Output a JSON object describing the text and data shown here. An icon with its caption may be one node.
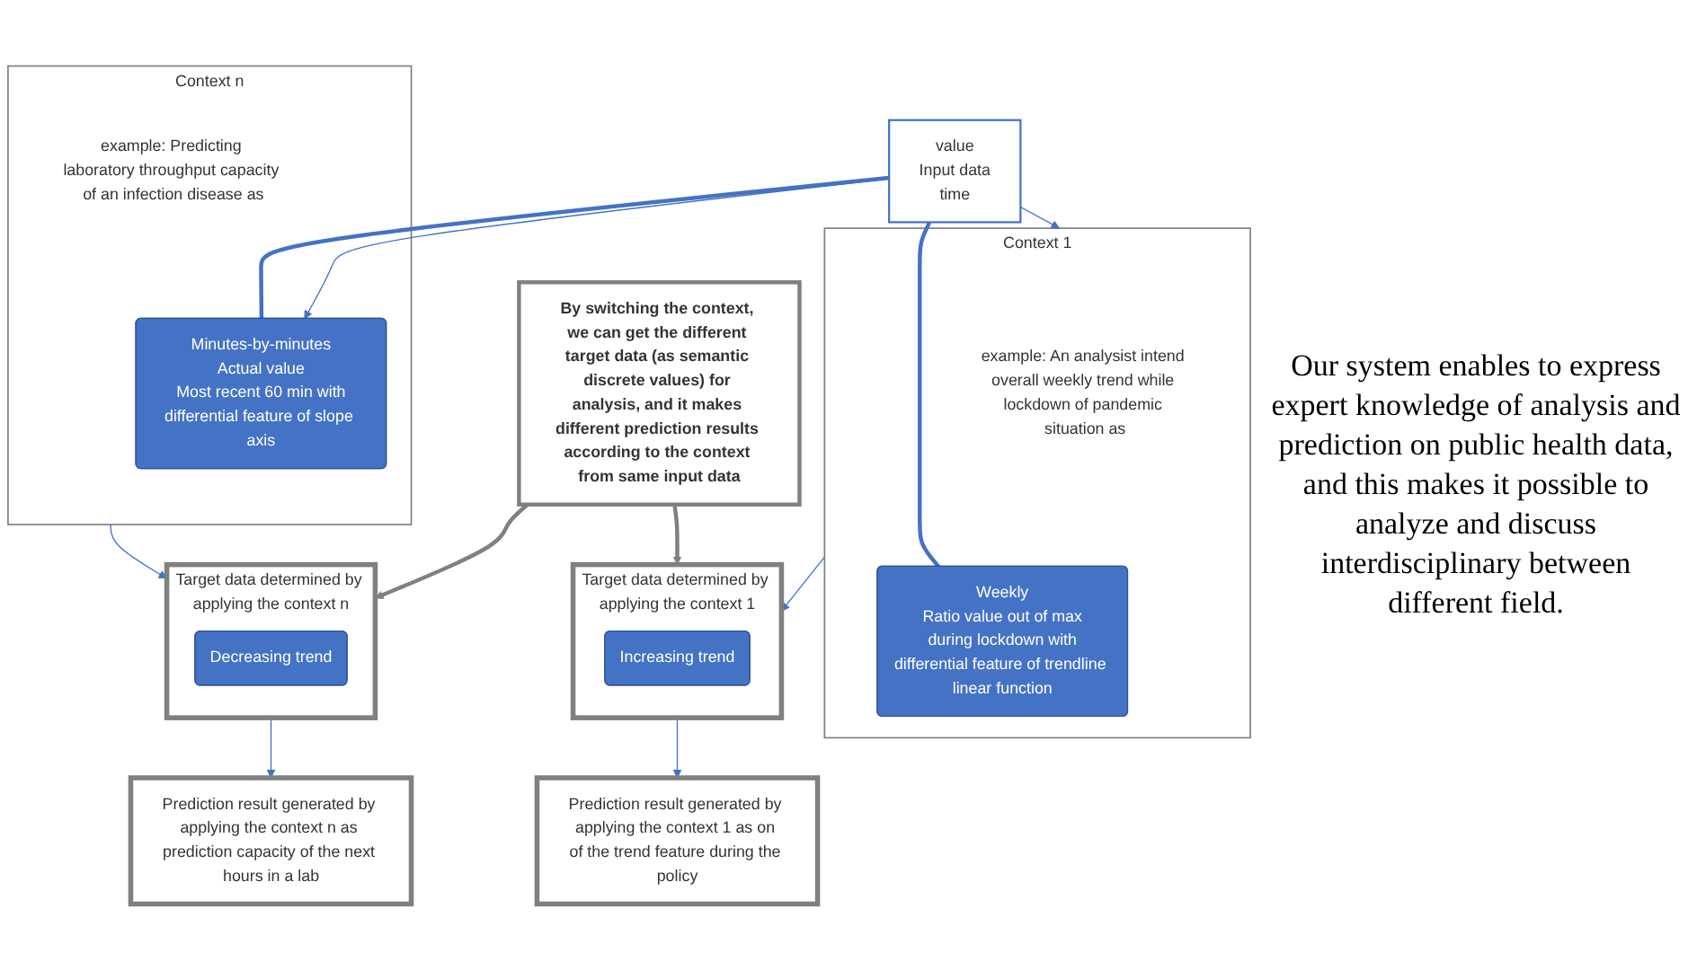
{
  "diagram": {
    "nodes": [
      {
        "text": [
          "value",
          "Input data",
          "time"
        ]
      },
      {
        "text": [
          "Context 1",
          "example: An analysist intend overall weekly trend while lockdown of pandemic situation as"
        ]
      },
      {
        "text": [
          "Weekly",
          "Ratio value out of max",
          "during lockdown with",
          "differential feature of trendline linear function"
        ],
        "in": 1
      },
      {
        "text": [
          "Context n",
          "example: Predicting laboratory throughput capacity of an infection disease as"
        ]
      },
      {
        "text": [
          "Minutes-by-minutes",
          "Actual value",
          "Most recent 60 min with",
          "differential feature of slope axis"
        ],
        "in": 3
      },
      {
        "text": [
          "By switching the context, we can get the different target data (as semantic discrete values) for analysis, and it makes different prediction results according to the context from same input data"
        ]
      },
      {
        "text": [
          "Target data determined by applying the context 1"
        ]
      },
      {
        "text": [
          "Increasing trend"
        ],
        "in": 6
      },
      {
        "text": [
          "Target data determined by applying the context n"
        ]
      },
      {
        "text": [
          "Decreasing trend"
        ],
        "in": 8
      },
      {
        "text": [
          "Prediction result generated by applying the context 1 as on of the trend feature during the policy"
        ]
      },
      {
        "text": [
          "Prediction result generated by applying the context n as prediction capacity of the next hours in a lab"
        ]
      }
    ],
    "edges": [
      {
        "from": 2,
        "to": 0,
        "arrow": "none",
        "style": "thick",
        "color": "#4472c4"
      },
      {
        "from": 4,
        "to": 0,
        "arrow": "none",
        "style": "thick",
        "color": "#4472c4"
      },
      {
        "from": 0,
        "to": 1,
        "arrow": "to"
      },
      {
        "from": 0,
        "to": 4,
        "arrow": "to"
      },
      {
        "from": 1,
        "to": 6,
        "arrow": "to"
      },
      {
        "from": 3,
        "to": 8,
        "arrow": "to"
      },
      {
        "from": 5,
        "to": 6,
        "arrow": "to",
        "style": "thick",
        "color": "#808080"
      },
      {
        "from": 5,
        "to": 8,
        "arrow": "to",
        "style": "thick",
        "color": "#808080"
      },
      {
        "from": 6,
        "to": 10,
        "arrow": "to"
      },
      {
        "from": 8,
        "to": 11,
        "arrow": "to"
      }
    ],
    "labels": [
      "Our system enables to express expert knowledge of analysis and prediction on public health data, and this makes it possible to analyze and discuss interdisciplinary between different field."
    ]
  }
}
